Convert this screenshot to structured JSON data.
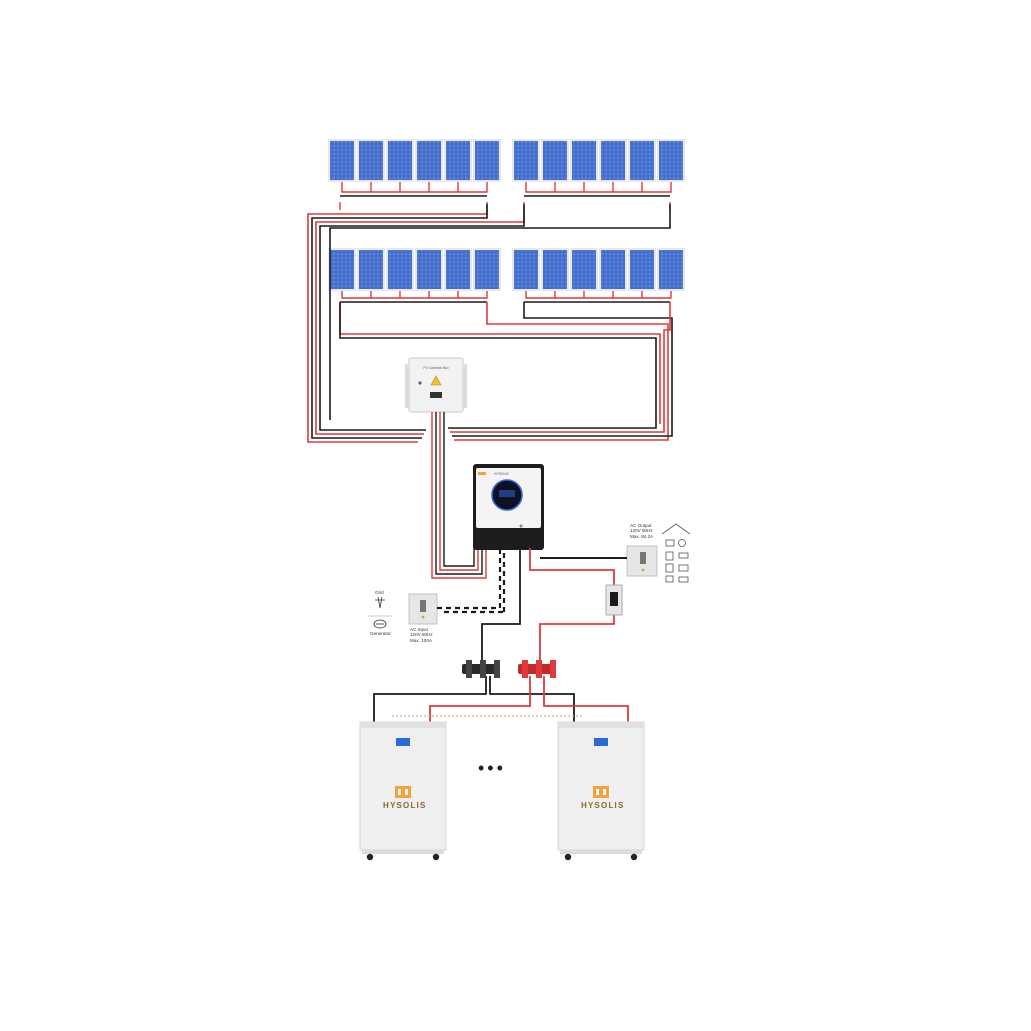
{
  "combiner": {
    "title": "PV Combiner Box"
  },
  "inverter": {
    "brand": "HYSOLIS"
  },
  "ac_output": {
    "line1": "AC Output",
    "line2": "120V 60Hz",
    "line3": "Max. 84.2A"
  },
  "ac_input": {
    "line1": "AC Input",
    "line2": "120V 60Hz",
    "line3": "Max. 100A"
  },
  "sources": {
    "grid": "Grid",
    "generator": "Generator"
  },
  "batteries": [
    {
      "brand": "HYSOLIS"
    },
    {
      "brand": "HYSOLIS"
    }
  ],
  "ellipsis": "•••",
  "colors": {
    "panel_blue": "#3b64c4",
    "wire_red": "#e03a3a",
    "wire_black": "#1a1a1a",
    "wire_gray": "#9a9a9a",
    "logo_orange": "#f2a33a"
  }
}
